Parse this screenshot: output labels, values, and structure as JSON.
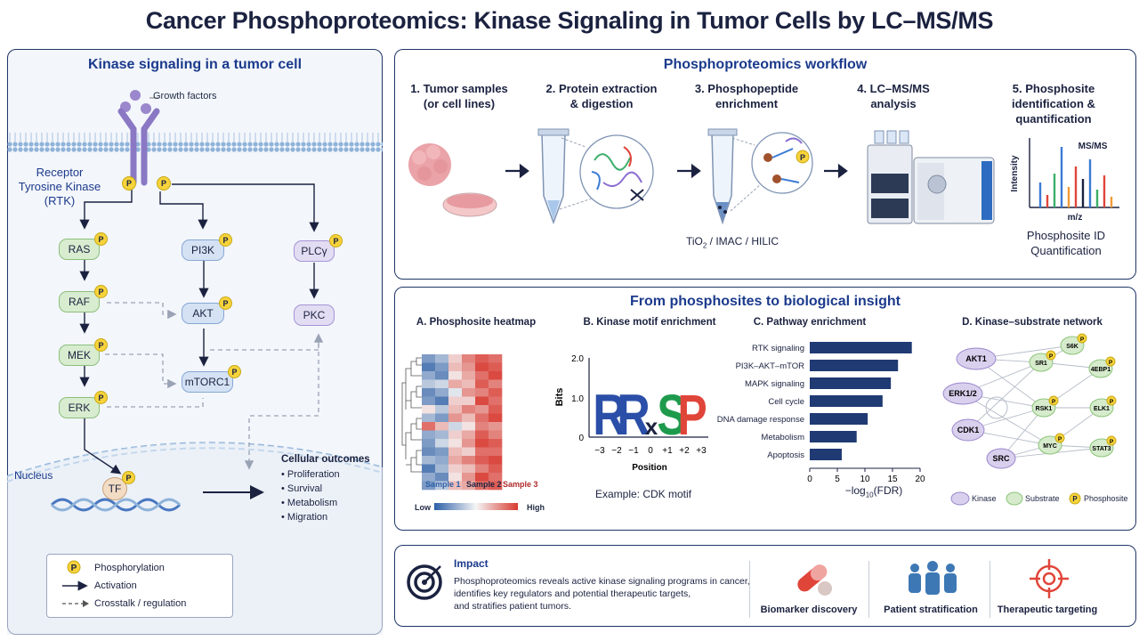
{
  "title": "Cancer Phosphoproteomics: Kinase Signaling in Tumor Cells by LC–MS/MS",
  "left_panel": {
    "title": "Kinase signaling in a tumor cell",
    "growth_factors": "Growth factors",
    "receptor": [
      "Receptor",
      "Tyrosine Kinase",
      "(RTK)"
    ],
    "phospho_mark": "P",
    "nodes": {
      "ras": "RAS",
      "raf": "RAF",
      "mek": "MEK",
      "erk": "ERK",
      "pi3k": "PI3K",
      "akt": "AKT",
      "mtorc1": "mTORC1",
      "plcg": "PLCγ",
      "pkc": "PKC",
      "tf": "TF"
    },
    "nucleus": "Nucleus",
    "outcomes": {
      "title": "Cellular outcomes",
      "items": [
        "Proliferation",
        "Survival",
        "Metabolism",
        "Migration"
      ]
    },
    "legend": {
      "phosphorylation": "Phosphorylation",
      "activation": "Activation",
      "crosstalk": "Crosstalk / regulation"
    }
  },
  "workflow": {
    "title": "Phosphoproteomics workflow",
    "steps": [
      {
        "line1": "1. Tumor samples",
        "line2": "(or cell lines)",
        "line3": ""
      },
      {
        "line1": "2. Protein extraction",
        "line2": "& digestion",
        "line3": ""
      },
      {
        "line1": "3. Phosphopeptide",
        "line2": "enrichment",
        "line3": ""
      },
      {
        "line1": "4. LC–MS/MS",
        "line2": "analysis",
        "line3": ""
      },
      {
        "line1": "5. Phosphosite",
        "line2": "identification &",
        "line3": "quantification"
      }
    ],
    "enrichment_methods": {
      "tio": "TiO",
      "sub": "2",
      "rest": " / IMAC / HILIC"
    },
    "ms_label": "MS/MS",
    "ms_xlabel": "m/z",
    "ms_ylabel": "Intensity",
    "result": [
      "Phosphosite ID",
      "Quantification"
    ]
  },
  "insight": {
    "title": "From phosphosites to biological insight",
    "heatmap": {
      "title": "A. Phosphosite heatmap",
      "samples": [
        "Sample 1",
        "Sample 2",
        "Sample 3"
      ],
      "scale_low": "Low",
      "scale_high": "High"
    },
    "motif": {
      "title": "B. Kinase motif enrichment",
      "ylabel": "Bits",
      "yticks": [
        "2.0",
        "1.0",
        "0"
      ],
      "xticks": [
        "−3",
        "−2",
        "−1",
        "0",
        "+1",
        "+2",
        "+3"
      ],
      "xlabel": "Position",
      "letters": [
        "R",
        "R",
        "x",
        "S",
        "P"
      ],
      "caption": "Example: CDK motif"
    },
    "chart_data": {
      "type": "bar",
      "title": "C. Pathway enrichment",
      "categories": [
        "RTK signaling",
        "PI3K–AKT–mTOR",
        "MAPK signaling",
        "Cell cycle",
        "DNA damage response",
        "Metabolism",
        "Apoptosis"
      ],
      "values": [
        18.5,
        16,
        14.7,
        13.2,
        10.5,
        8.5,
        5.8
      ],
      "xticks": [
        "0",
        "5",
        "10",
        "15",
        "20"
      ],
      "xlim": [
        0,
        20
      ],
      "xlabel": {
        "pre": "−log",
        "sub": "10",
        "post": "(FDR)"
      },
      "bar_color": "#203a73"
    },
    "network": {
      "title": "D. Kinase–substrate network",
      "kinases": [
        "AKT1",
        "ERK1/2",
        "CDK1",
        "SRC"
      ],
      "substrates": [
        "SR1",
        "S6K",
        "4EBP1",
        "RSK1",
        "ELK1",
        "MYC",
        "STAT3"
      ],
      "legend": [
        "Kinase",
        "Substrate",
        "Phosphosite"
      ]
    }
  },
  "impact": {
    "title": "Impact",
    "text": [
      "Phosphoproteomics reveals active kinase signaling programs in cancer,",
      "identifies key regulators and potential therapeutic targets,",
      "and stratifies patient tumors."
    ],
    "items": [
      "Biomarker discovery",
      "Patient stratification",
      "Therapeutic targeting"
    ]
  },
  "colors": {
    "navy": "#1b3a8c",
    "kinase": "#d9d0ee",
    "substrate": "#d6ebcc",
    "node_green": "#d8ecd0",
    "node_blue": "#d4e2f4",
    "node_purple": "#e3ddf3",
    "phospho": "#f6d33a",
    "accent_red": "#e0453a"
  }
}
